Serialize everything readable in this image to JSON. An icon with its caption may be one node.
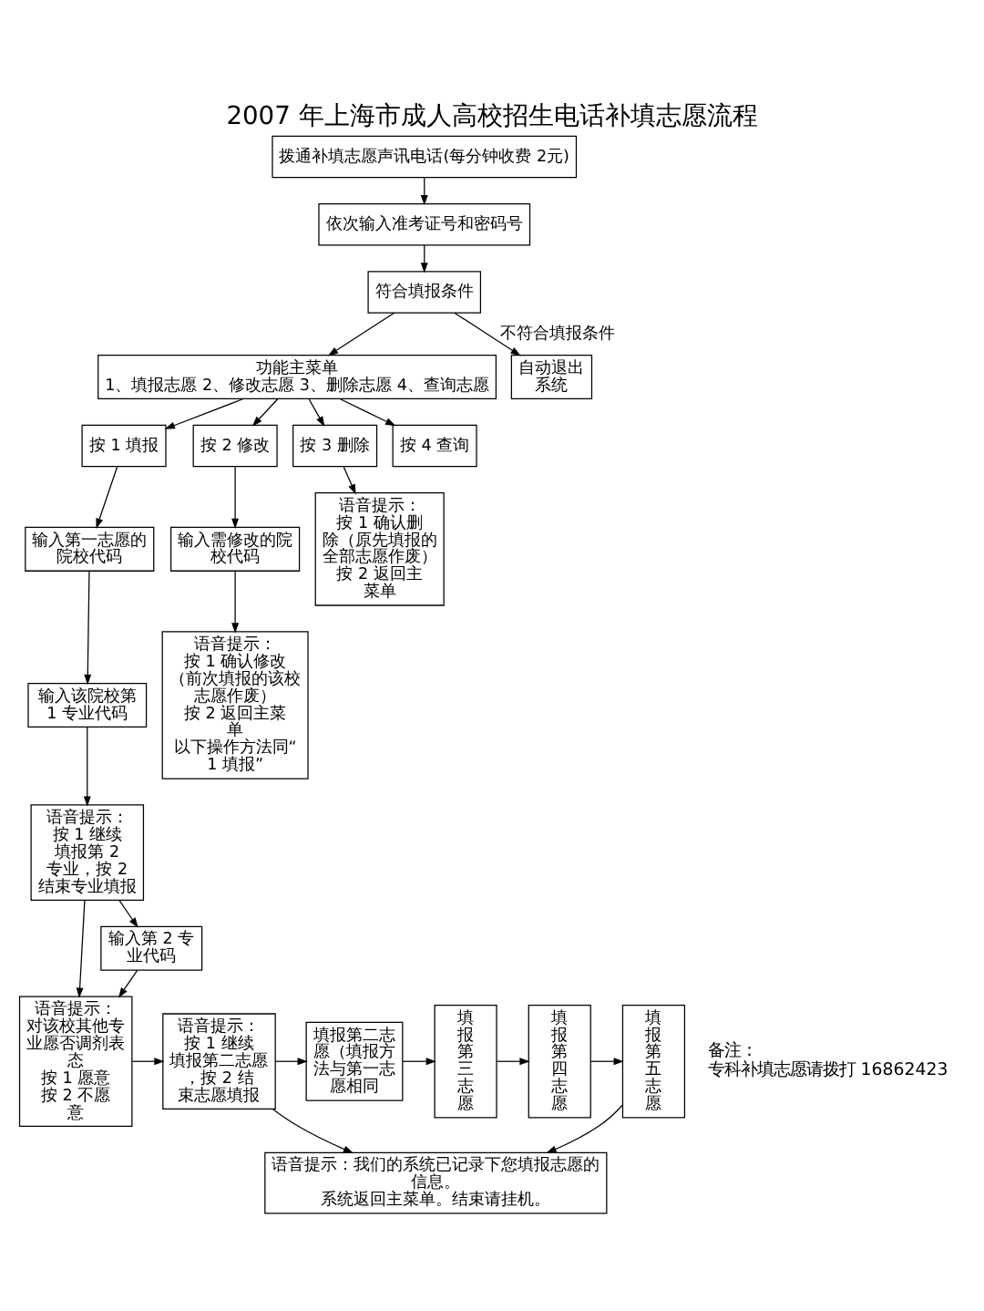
{
  "diagram": {
    "title": "2007 年上海市成人高校招生电话补填志愿流程",
    "nodes": [
      {
        "text": [
          "拨通补填志愿声讯电话(每分钟收费 2元)"
        ]
      },
      {
        "text": [
          "依次输入准考证号和密码号"
        ]
      },
      {
        "text": [
          "符合填报条件"
        ]
      },
      {
        "text": [
          "功能主菜单",
          "1、填报志愿 2、修改志愿 3、删除志愿 4、查询志愿"
        ]
      },
      {
        "text": [
          "自动退出系统"
        ]
      },
      {
        "text": [
          "按 1 填报"
        ]
      },
      {
        "text": [
          "按 2 修改"
        ]
      },
      {
        "text": [
          "按 3 删除"
        ]
      },
      {
        "text": [
          "按 4 查询"
        ]
      },
      {
        "text": [
          "输入第一志愿的院校代码"
        ]
      },
      {
        "text": [
          "输入需修改的院校代码"
        ]
      },
      {
        "text": [
          "语音提示：",
          "按 1 确认删除（原先填报的全部志愿作废）",
          "按 2 返回主菜单"
        ]
      },
      {
        "text": [
          "输入该院校第 1 专业代码"
        ]
      },
      {
        "text": [
          "语音提示：",
          "按 1 确认修改（前次填报的该校志愿作废）",
          "按 2 返回主菜单",
          "以下操作方法同“1 填报”"
        ]
      },
      {
        "text": [
          "语音提示：",
          "按 1 继续填报第 2 专业，按 2 结束专业填报"
        ]
      },
      {
        "text": [
          "输入第 2 专业代码"
        ]
      },
      {
        "text": [
          "语音提示：",
          "对该校其他专业愿否调剂表态",
          "按 1 愿意",
          "按 2 不愿意"
        ]
      },
      {
        "text": [
          "语音提示：",
          "按 1 继续填报第二志愿，按 2 结束志愿填报"
        ]
      },
      {
        "text": [
          "填报第二志愿（填报方法与第一志愿相同"
        ]
      },
      {
        "text": [
          "填报第三志愿"
        ]
      },
      {
        "text": [
          "填报第四志愿"
        ]
      },
      {
        "text": [
          "填报第五志愿"
        ]
      },
      {
        "text": [
          "语音提示：我们的系统已记录下您填报志愿的信息。",
          "系统返回主菜单。结束请挂机。"
        ]
      }
    ],
    "edges": [
      {
        "from": 0,
        "to": 1,
        "arrow": "to"
      },
      {
        "from": 1,
        "to": 2,
        "arrow": "to"
      },
      {
        "from": 2,
        "to": 3,
        "arrow": "to"
      },
      {
        "from": 2,
        "to": 4,
        "arrow": "to",
        "label": "不符合填报条件"
      },
      {
        "from": 3,
        "to": 5,
        "arrow": "to"
      },
      {
        "from": 3,
        "to": 6,
        "arrow": "to"
      },
      {
        "from": 3,
        "to": 7,
        "arrow": "to"
      },
      {
        "from": 3,
        "to": 8,
        "arrow": "to"
      },
      {
        "from": 5,
        "to": 9,
        "arrow": "to"
      },
      {
        "from": 6,
        "to": 10,
        "arrow": "to"
      },
      {
        "from": 7,
        "to": 11,
        "arrow": "to"
      },
      {
        "from": 9,
        "to": 12,
        "arrow": "to"
      },
      {
        "from": 10,
        "to": 13,
        "arrow": "to"
      },
      {
        "from": 12,
        "to": 14,
        "arrow": "to"
      },
      {
        "from": 14,
        "to": 15,
        "arrow": "to"
      },
      {
        "from": 14,
        "to": 16,
        "arrow": "to"
      },
      {
        "from": 15,
        "to": 16,
        "arrow": "to"
      },
      {
        "from": 16,
        "to": 17,
        "arrow": "to"
      },
      {
        "from": 17,
        "to": 18,
        "arrow": "to"
      },
      {
        "from": 18,
        "to": 19,
        "arrow": "to"
      },
      {
        "from": 19,
        "to": 20,
        "arrow": "to"
      },
      {
        "from": 20,
        "to": 21,
        "arrow": "to"
      },
      {
        "from": 17,
        "to": 22,
        "arrow": "to"
      },
      {
        "from": 21,
        "to": 22,
        "arrow": "to"
      }
    ],
    "labels": [
      "备注：",
      "专科补填志愿请拨打 16862423"
    ]
  }
}
